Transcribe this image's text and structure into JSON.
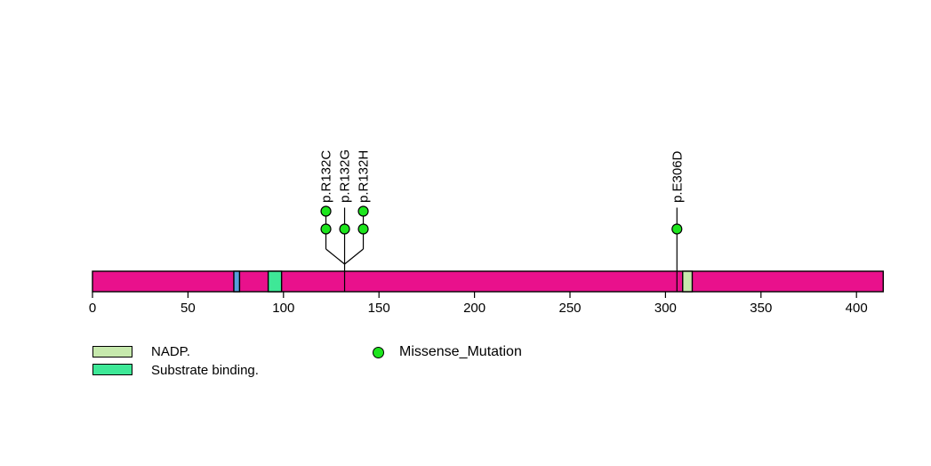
{
  "chart_data": {
    "type": "lollipop",
    "xlim": [
      0,
      414
    ],
    "axis_ticks": [
      0,
      50,
      100,
      150,
      200,
      250,
      300,
      350,
      400
    ],
    "protein_bar_color": "#E9118C",
    "domains": [
      {
        "label": "",
        "start": 74,
        "end": 77,
        "color": "#56A0DC"
      },
      {
        "label": "Substrate binding.",
        "start": 92,
        "end": 99,
        "color": "#3EE897"
      },
      {
        "label": "NADP.",
        "start": 309,
        "end": 314,
        "color": "#C6E9AD"
      }
    ],
    "mutations": [
      {
        "label": "p.R132C",
        "position": 132,
        "count": 2,
        "type": "Missense_Mutation"
      },
      {
        "label": "p.R132G",
        "position": 132,
        "count": 1,
        "type": "Missense_Mutation"
      },
      {
        "label": "p.R132H",
        "position": 132,
        "count": 2,
        "type": "Missense_Mutation"
      },
      {
        "label": "p.E306D",
        "position": 306,
        "count": 1,
        "type": "Missense_Mutation"
      }
    ],
    "mutation_color": "#1DE51D",
    "legend": {
      "domain_entries": [
        {
          "label": "NADP.",
          "color": "#C6E9AD"
        },
        {
          "label": "Substrate binding.",
          "color": "#3EE897"
        }
      ],
      "mutation_entries": [
        {
          "label": "Missense_Mutation",
          "color": "#1DE51D"
        }
      ]
    }
  }
}
